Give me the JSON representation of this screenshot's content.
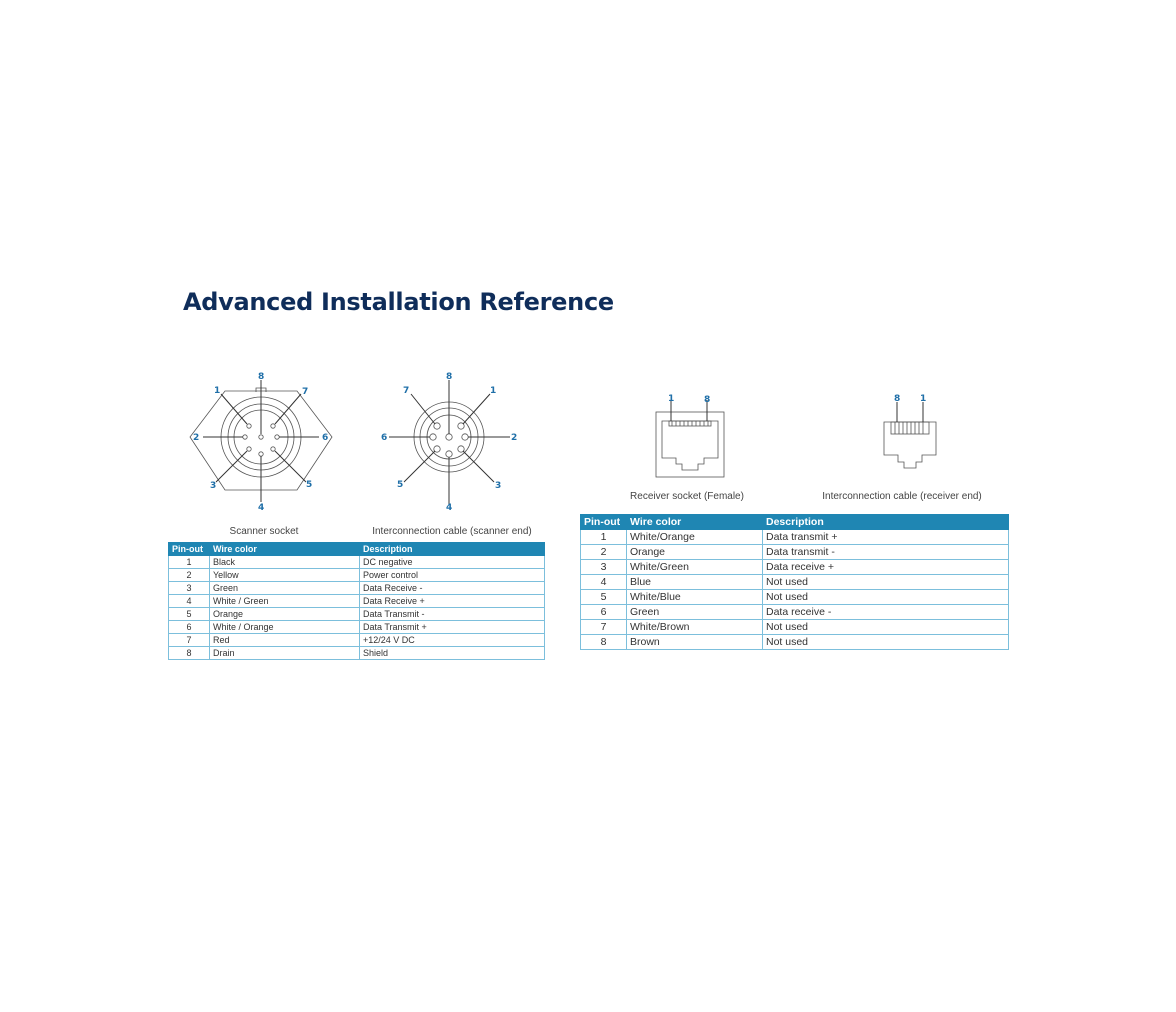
{
  "page_title": "Advanced Installation Reference",
  "colors": {
    "title": "#0f2d5a",
    "accent": "#1f86b3",
    "pin_label": "#1f6fa8",
    "line": "#555555"
  },
  "scanner": {
    "socket_caption": "Scanner socket",
    "cable_caption": "Interconnection cable (scanner end)",
    "socket_pins": [
      "1",
      "2",
      "3",
      "4",
      "5",
      "6",
      "7",
      "8"
    ],
    "cable_pins": [
      "1",
      "2",
      "3",
      "4",
      "5",
      "6",
      "7",
      "8"
    ],
    "table": {
      "headers": [
        "Pin-out",
        "Wire color",
        "Description"
      ],
      "rows": [
        [
          "1",
          "Black",
          "DC negative"
        ],
        [
          "2",
          "Yellow",
          "Power control"
        ],
        [
          "3",
          "Green",
          "Data Receive -"
        ],
        [
          "4",
          "White / Green",
          "Data Receive +"
        ],
        [
          "5",
          "Orange",
          "Data Transmit -"
        ],
        [
          "6",
          "White / Orange",
          "Data Transmit +"
        ],
        [
          "7",
          "Red",
          "+12/24 V DC"
        ],
        [
          "8",
          "Drain",
          "Shield"
        ]
      ]
    }
  },
  "receiver": {
    "socket_caption": "Receiver socket (Female)",
    "cable_caption": "Interconnection cable (receiver end)",
    "socket_pins": [
      "1",
      "8"
    ],
    "cable_pins": [
      "8",
      "1"
    ],
    "table": {
      "headers": [
        "Pin-out",
        "Wire color",
        "Description"
      ],
      "rows": [
        [
          "1",
          "White/Orange",
          "Data transmit +"
        ],
        [
          "2",
          "Orange",
          "Data transmit -"
        ],
        [
          "3",
          "White/Green",
          "Data receive +"
        ],
        [
          "4",
          "Blue",
          "Not used"
        ],
        [
          "5",
          "White/Blue",
          "Not used"
        ],
        [
          "6",
          "Green",
          "Data receive -"
        ],
        [
          "7",
          "White/Brown",
          "Not used"
        ],
        [
          "8",
          "Brown",
          "Not used"
        ]
      ]
    }
  }
}
